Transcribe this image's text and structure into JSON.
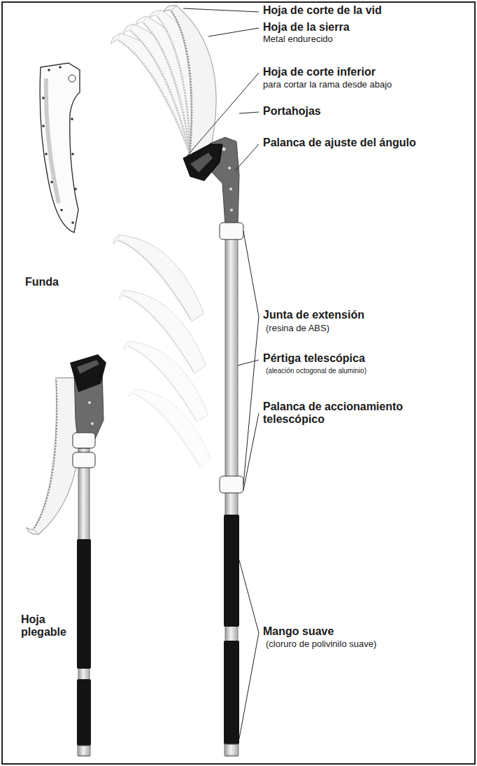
{
  "diagram": {
    "labels": [
      "Hoja de corte de la vid",
      "Hoja de la sierra",
      "Metal endurecido",
      "Hoja de corte inferior",
      "para cortar la rama desde abajo",
      "Portahojas",
      "Palanca de ajuste del ángulo",
      "Funda",
      "Junta de extensión",
      "(resina de ABS)",
      "Pértiga telescópica",
      "(aleación octogonal de aluminio)",
      "Palanca de accionamiento telescópico",
      "Hoja plegable",
      "Mango suave",
      "(cloruro de polivinilo suave)"
    ]
  }
}
